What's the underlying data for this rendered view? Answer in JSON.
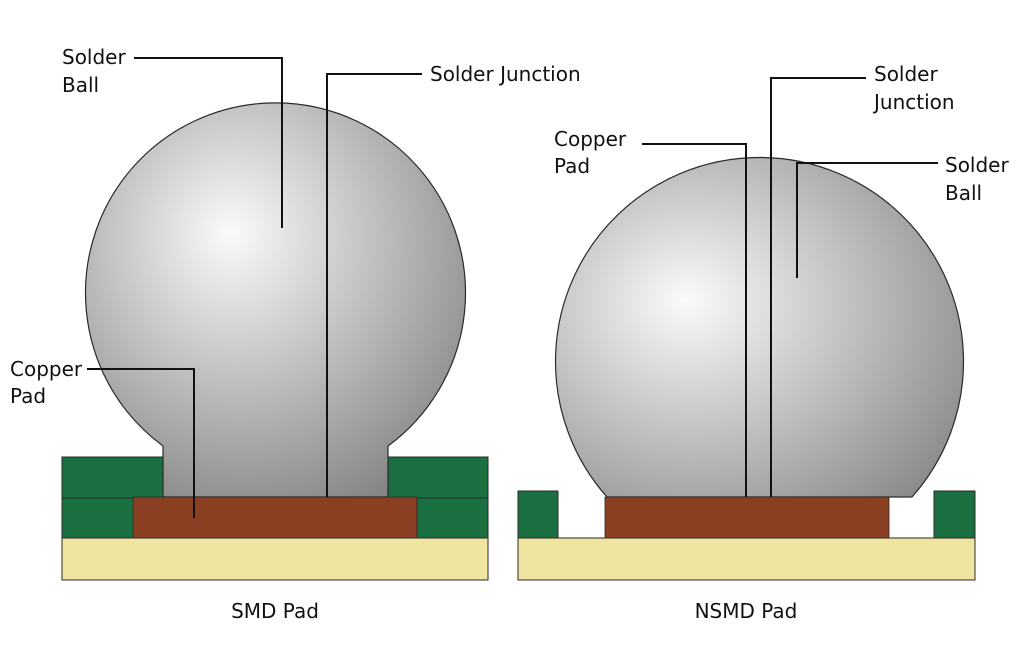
{
  "colors": {
    "solder_mask": "#1a7040",
    "copper": "#8b3f22",
    "substrate": "#efe4a0",
    "solder_light": "#fafafa",
    "solder_dark": "#868686",
    "outline": "#2a2a2a",
    "leader": "#111111"
  },
  "smd": {
    "caption": "SMD Pad",
    "solder_ball_label": [
      "Solder",
      "Ball"
    ],
    "solder_junction_label": "Solder Junction",
    "copper_pad_label": [
      "Copper",
      "Pad"
    ]
  },
  "nsmd": {
    "caption": "NSMD Pad",
    "copper_pad_label": [
      "Copper",
      "Pad"
    ],
    "solder_junction_label": [
      "Solder",
      "Junction"
    ],
    "solder_ball_label": [
      "Solder",
      "Ball"
    ]
  }
}
